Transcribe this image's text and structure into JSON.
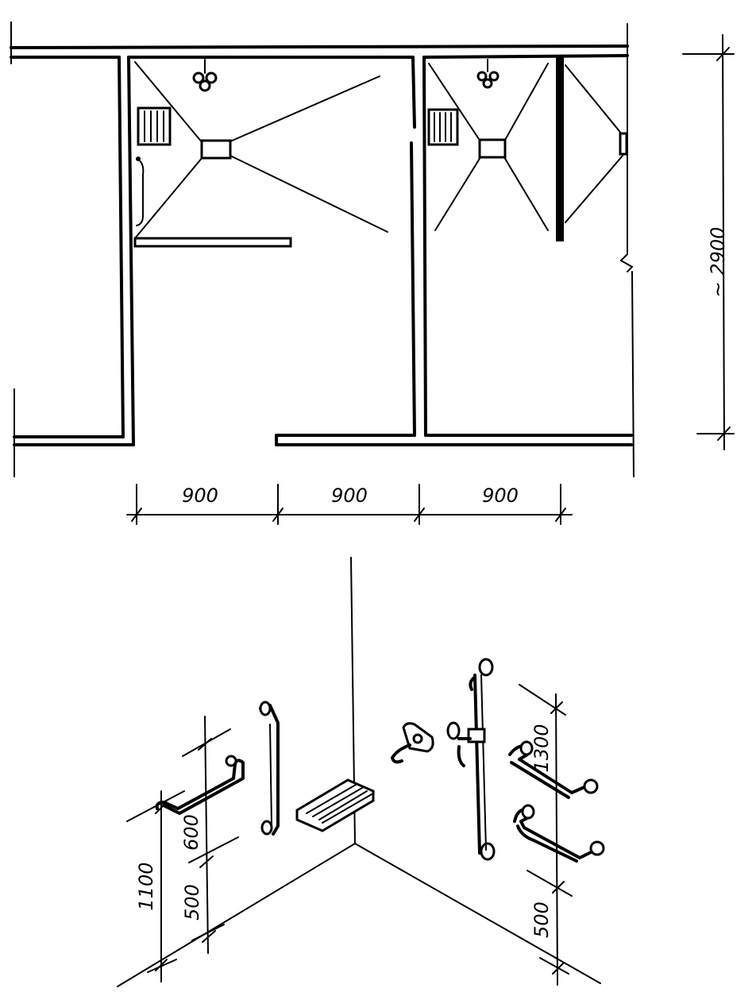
{
  "plan": {
    "dimensions": {
      "width_1": "900",
      "width_2": "900",
      "width_3": "900",
      "depth": "~ 2900"
    }
  },
  "elevation": {
    "dimensions": {
      "left_total": "1100",
      "left_upper": "600",
      "left_lower": "500",
      "right_upper": "1300",
      "right_lower": "500"
    }
  }
}
